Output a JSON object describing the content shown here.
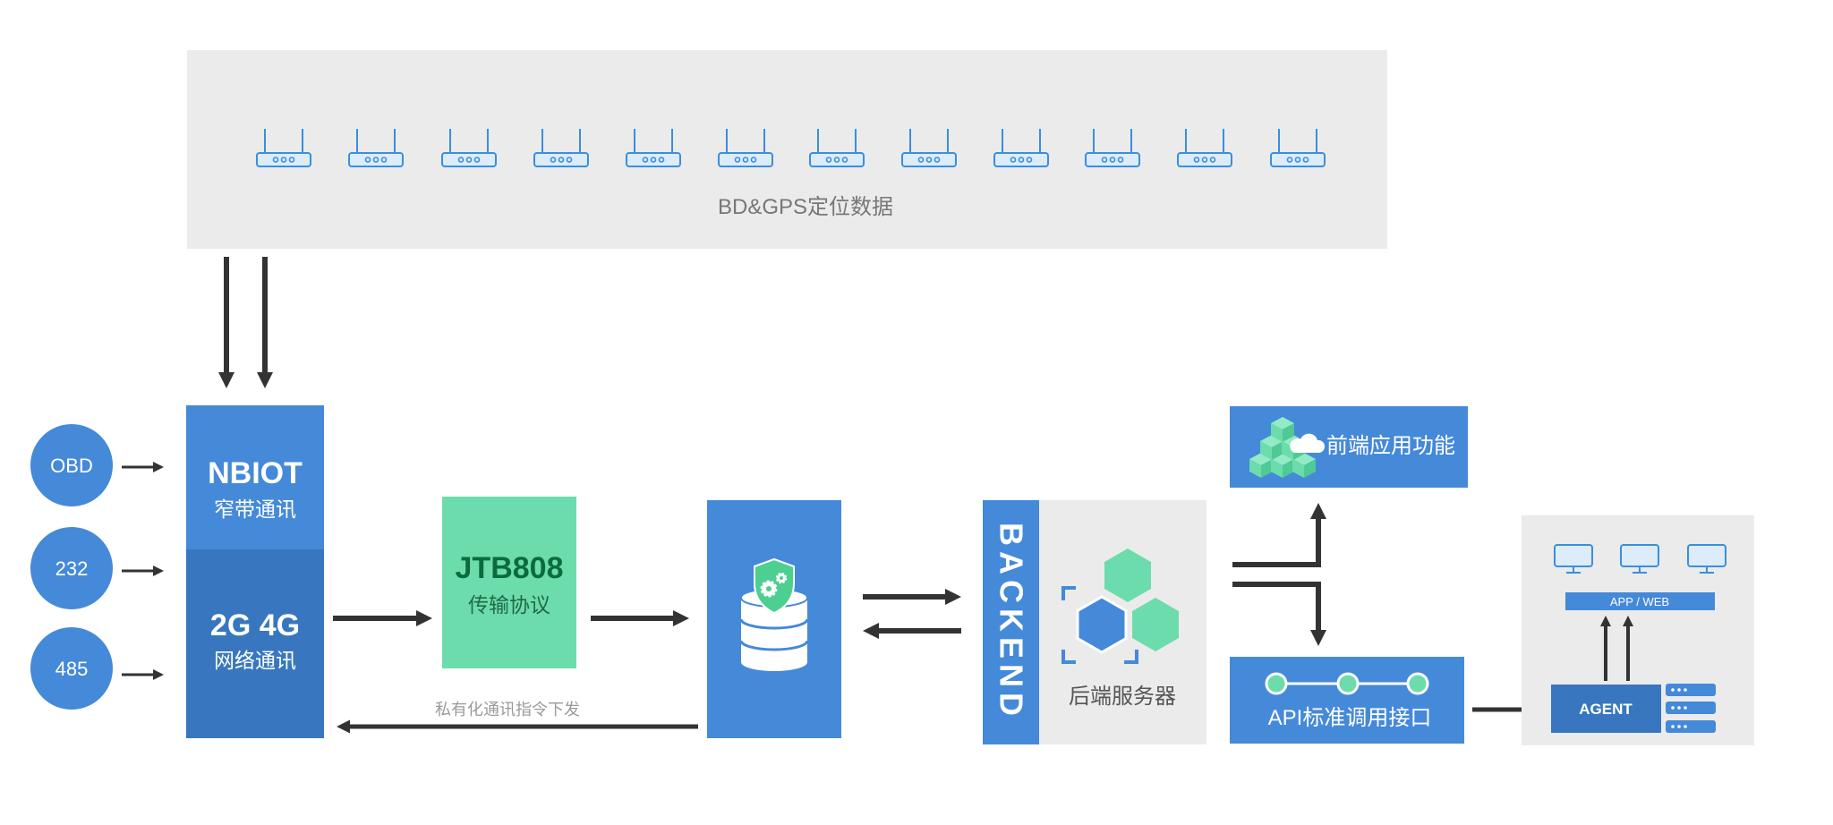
{
  "banner": {
    "label": "BD&GPS定位数据"
  },
  "inputs": [
    "OBD",
    "232",
    "485"
  ],
  "gateway": {
    "nbiot_title": "NBIOT",
    "nbiot_sub": "窄带通讯",
    "net_title": "2G 4G",
    "net_sub": "网络通讯"
  },
  "protocol": {
    "title": "JTB808",
    "sub": "传输协议"
  },
  "downlink_label": "私有化通讯指令下发",
  "backend": {
    "vertical_label": "BACKEND",
    "label": "后端服务器"
  },
  "frontend": {
    "label": "前端应用功能"
  },
  "api": {
    "label": "API标准调用接口"
  },
  "client": {
    "app_web": "APP / WEB",
    "agent": "AGENT"
  },
  "colors": {
    "primary_blue": "#4589d9",
    "dark_blue": "#3877c0",
    "mint_green": "#6ddcac",
    "panel_gray": "#ebebeb",
    "arrow": "#333333"
  },
  "icons": [
    "router-icon",
    "database-icon",
    "shield-gear-icon",
    "hexagon-cluster-icon",
    "cube-cloud-icon",
    "node-chain-icon",
    "monitor-icon",
    "server-stack-icon"
  ]
}
